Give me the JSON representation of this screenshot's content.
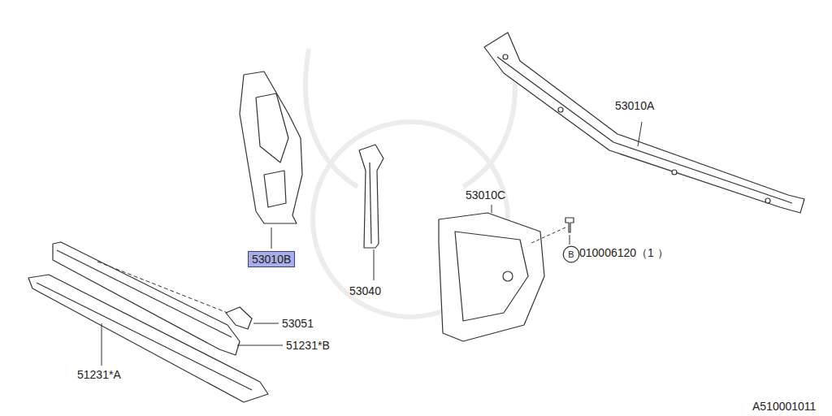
{
  "diagram": {
    "nodes": [
      {
        "text": [
          "53010B"
        ]
      },
      {
        "text": [
          "B"
        ]
      }
    ],
    "labels": [
      "53010A",
      "53010C",
      "010006120（1 ）",
      "53040",
      "53051",
      "51231*B",
      "51231*A",
      "A510001011"
    ]
  }
}
